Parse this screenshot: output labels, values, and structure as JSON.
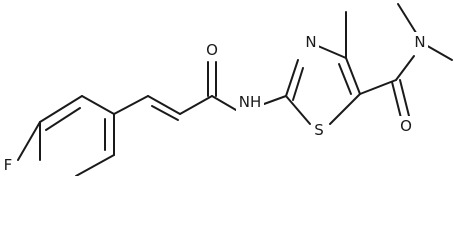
{
  "molecule": {
    "atoms": {
      "F": "F",
      "O_amide": "O",
      "NH": "NH",
      "N_ring": "N",
      "S": "S",
      "O_carboxamide": "O",
      "N_dimethyl": "N"
    }
  }
}
